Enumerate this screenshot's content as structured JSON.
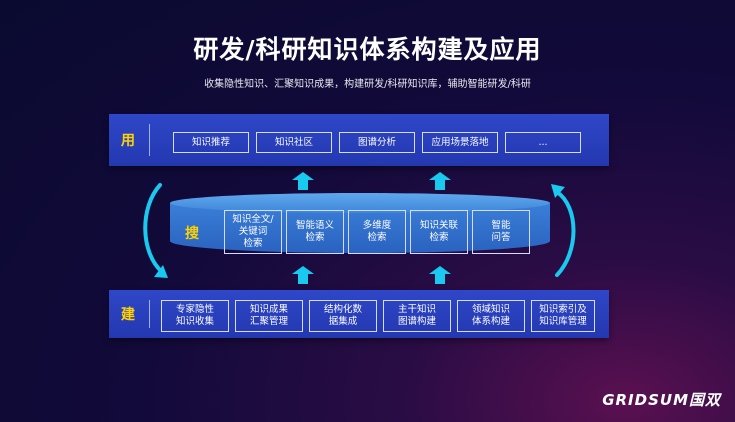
{
  "title": "研发/科研知识体系构建及应用",
  "subtitle": "收集隐性知识、汇聚知识成果，构建研发/科研知识库，辅助智能研发/科研",
  "layers": {
    "use": {
      "label": "用",
      "items": [
        "知识推荐",
        "知识社区",
        "图谱分析",
        "应用场景落地",
        "..."
      ]
    },
    "search": {
      "label": "搜",
      "items": [
        "知识全文/\n关键词\n检索",
        "智能语义\n检索",
        "多维度\n检索",
        "知识关联\n检索",
        "智能\n问答"
      ]
    },
    "build": {
      "label": "建",
      "items": [
        "专家隐性\n知识收集",
        "知识成果\n汇聚管理",
        "结构化数\n据集成",
        "主干知识\n图谱构建",
        "领域知识\n体系构建",
        "知识索引及\n知识库管理"
      ]
    }
  },
  "logo": "GRIDSUM国双",
  "colors": {
    "accent_label": "#ffd200",
    "arrow": "#19c9ef",
    "bar": "#2a40bf"
  }
}
